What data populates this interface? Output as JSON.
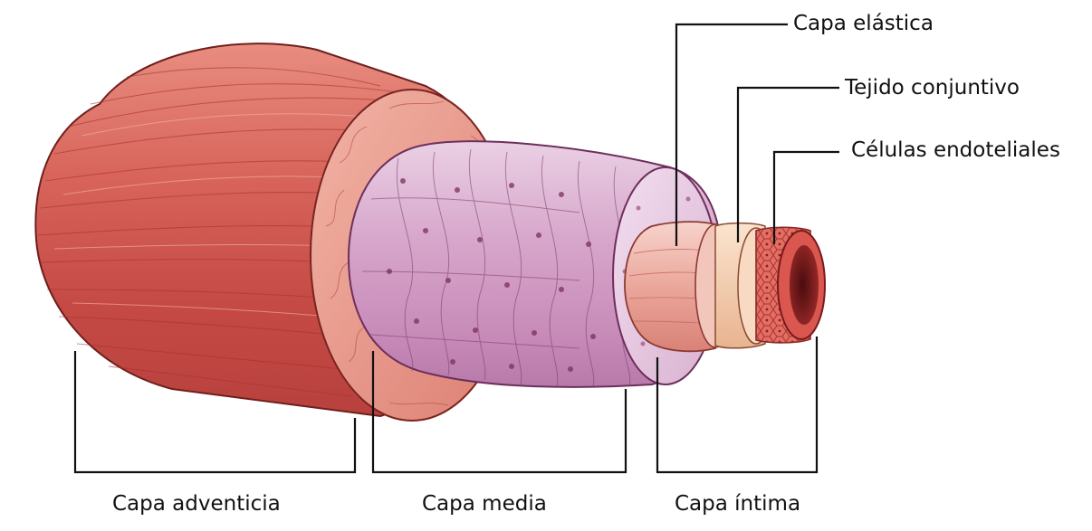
{
  "labels": {
    "elastic": "Capa elástica",
    "connective": "Tejido conjuntivo",
    "endothelial": "Células endoteliales",
    "adventitia": "Capa adventicia",
    "media": "Capa media",
    "intima": "Capa íntima"
  },
  "colors": {
    "adventitia": "#c9534f",
    "adventitia_light": "#e9998c",
    "media": "#c98bb8",
    "media_light": "#e8c4dc",
    "intima": "#e9a39a",
    "endothelium": "#d9534f",
    "lumen": "#7a1a1c",
    "line": "#111111"
  }
}
